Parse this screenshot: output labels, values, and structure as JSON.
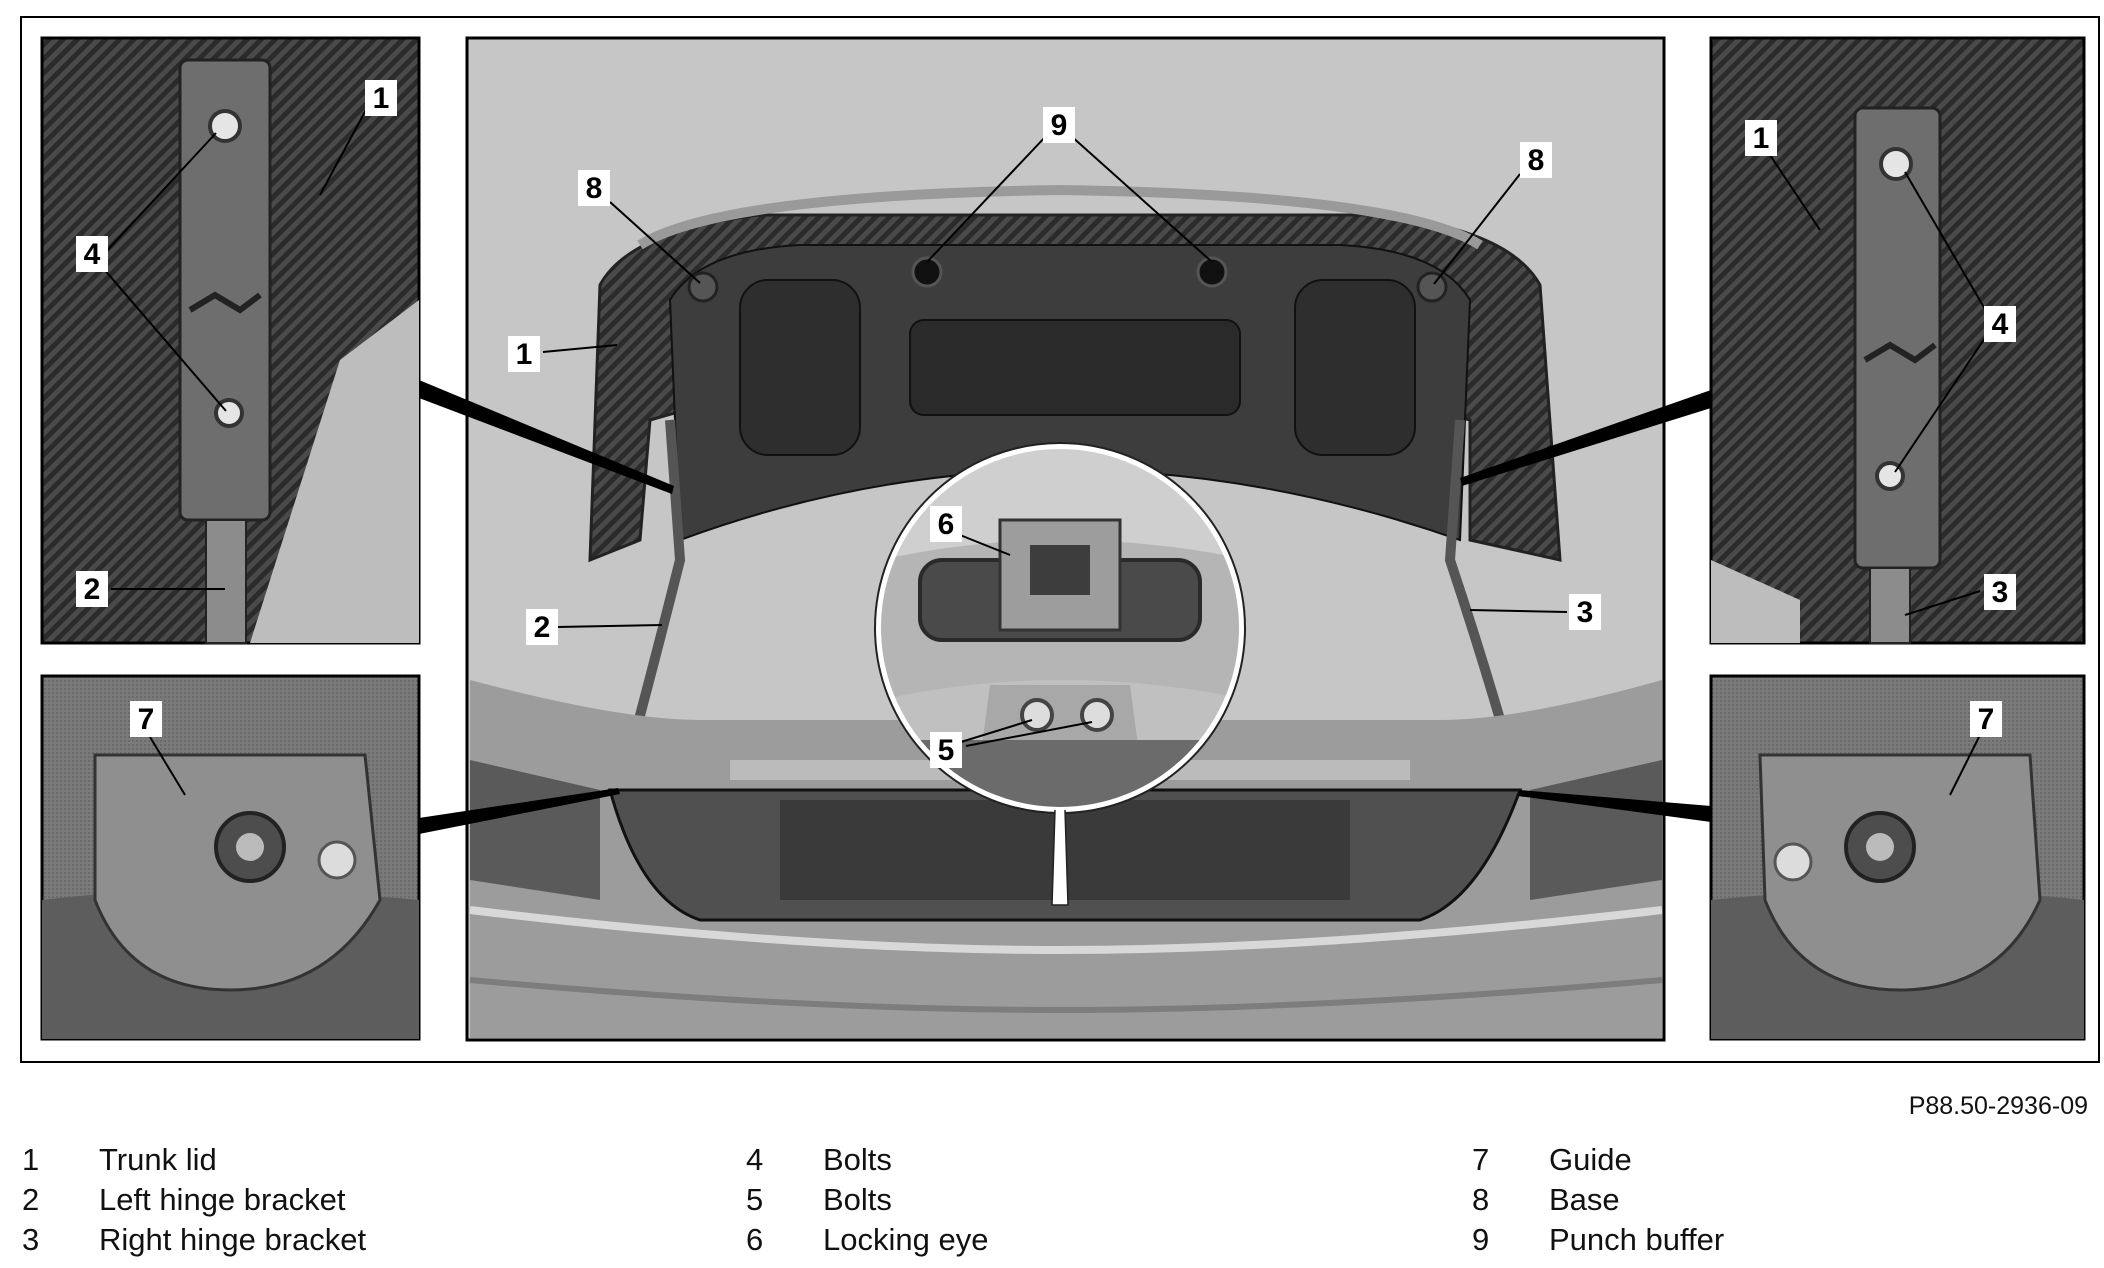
{
  "figure_id": "P88.50-2936-09",
  "callouts": {
    "c1": "1",
    "c2": "2",
    "c3": "3",
    "c4": "4",
    "c5": "5",
    "c6": "6",
    "c7": "7",
    "c8": "8",
    "c9": "9"
  },
  "legend": {
    "col1": [
      {
        "num": "1",
        "label": "Trunk lid"
      },
      {
        "num": "2",
        "label": "Left hinge bracket"
      },
      {
        "num": "3",
        "label": "Right hinge bracket"
      }
    ],
    "col2": [
      {
        "num": "4",
        "label": "Bolts"
      },
      {
        "num": "5",
        "label": "Bolts"
      },
      {
        "num": "6",
        "label": "Locking eye"
      }
    ],
    "col3": [
      {
        "num": "7",
        "label": "Guide"
      },
      {
        "num": "8",
        "label": "Base"
      },
      {
        "num": "9",
        "label": "Punch buffer"
      }
    ]
  },
  "colors": {
    "photo_bg": "#c8c8c8",
    "carbon_dark": "#3a3a3a",
    "frame": "#000000"
  }
}
